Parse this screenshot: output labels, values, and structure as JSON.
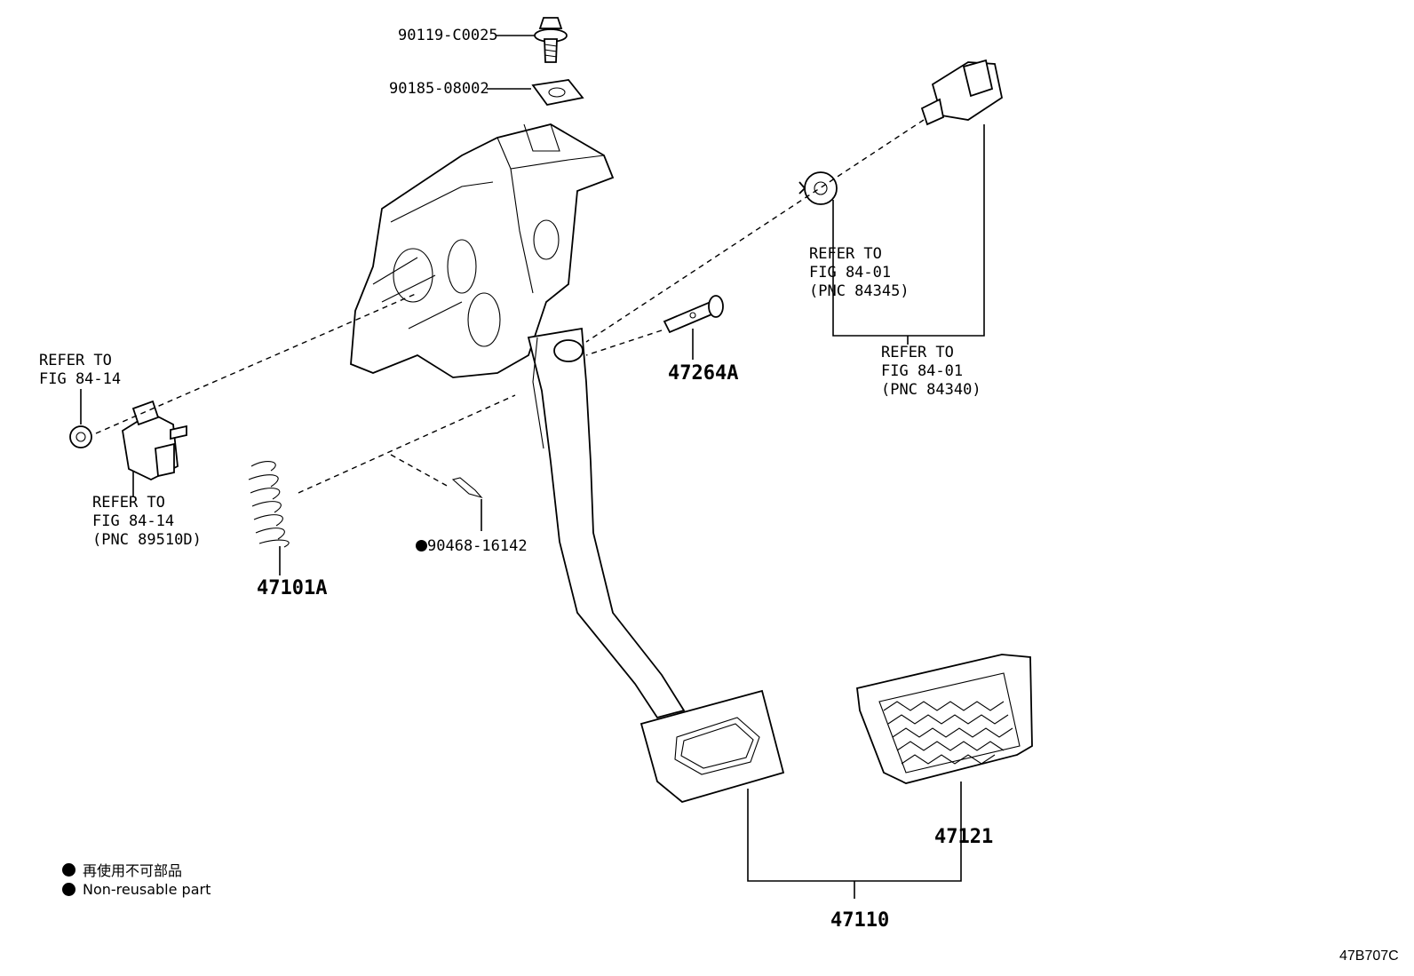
{
  "labels": {
    "bolt": "90119-C0025",
    "nut": "90185-08002",
    "pin": "47264A",
    "spring": "47101A",
    "clip": "90468-16142",
    "pad": "47121",
    "pedal_assy": "47110",
    "refer_top_1": "REFER TO",
    "refer_top_2": "FIG 84-01",
    "refer_top_3": "(PNC 84345)",
    "refer_mid_1": "REFER TO",
    "refer_mid_2": "FIG 84-01",
    "refer_mid_3": "(PNC 84340)",
    "refer_left_1": "REFER TO",
    "refer_left_2": "FIG 84-14",
    "refer_sensor_1": "REFER TO",
    "refer_sensor_2": "FIG 84-14",
    "refer_sensor_3": "(PNC 89510D)"
  },
  "legend": {
    "jp": "再使用不可部品",
    "en": "Non-reusable part"
  },
  "figure_code": "47B707C"
}
